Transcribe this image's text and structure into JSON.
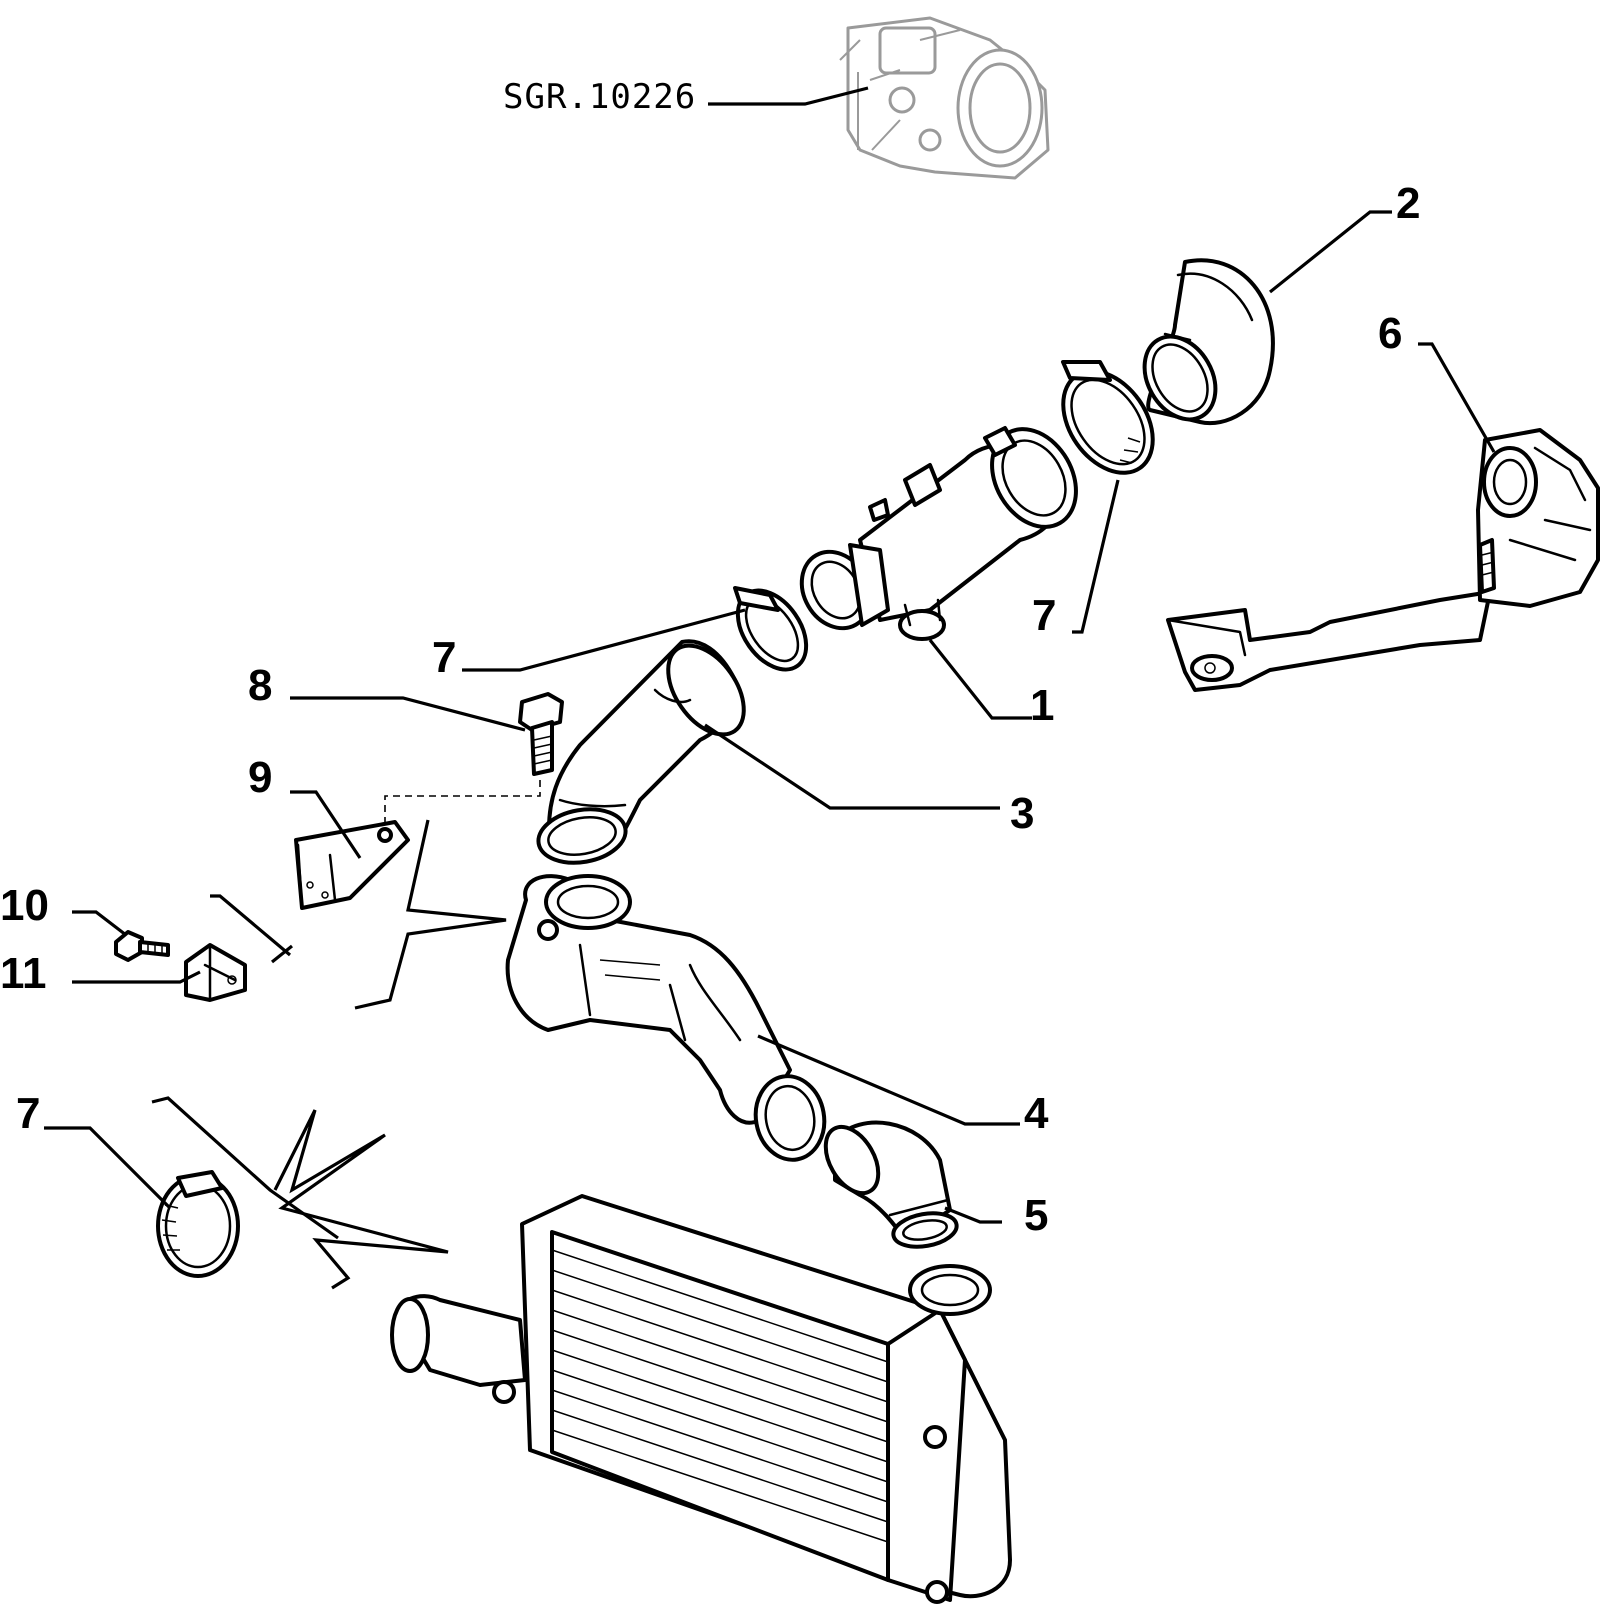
{
  "reference": {
    "label": "SGR.10226"
  },
  "callouts": {
    "part_1": "1",
    "part_2": "2",
    "part_3": "3",
    "part_4": "4",
    "part_5": "5",
    "part_6": "6",
    "part_7": "7",
    "part_8": "8",
    "part_9": "9",
    "part_10": "10",
    "part_11": "11"
  }
}
